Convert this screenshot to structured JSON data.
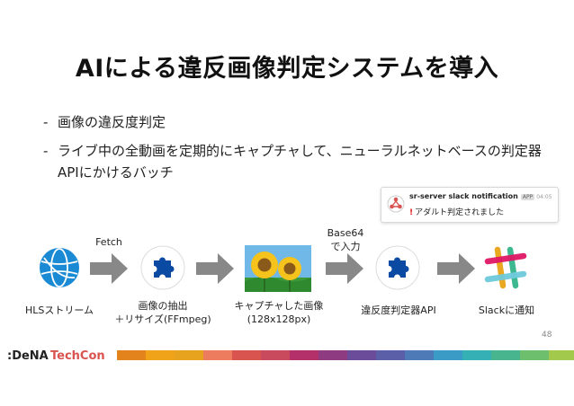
{
  "slide": {
    "title": "AIによる違反画像判定システムを導入",
    "bullets": [
      "画像の違反度判定",
      "ライブ中の全動画を定期的にキャプチャして、ニューラルネットベースの判定器APIにかけるバッチ"
    ],
    "page_number": "48"
  },
  "notification": {
    "app_name": "sr-server slack notification",
    "badge": "APP",
    "time": "04:05",
    "message": "アダルト判定されました",
    "icon": "slack-app-icon"
  },
  "pipeline": {
    "nodes": [
      {
        "label": "HLSストリーム",
        "icon": "globe-icon"
      },
      {
        "label_line1": "画像の抽出",
        "label_line2": "＋リサイズ(FFmpeg)",
        "icon": "puzzle-icon"
      },
      {
        "label_line1": "キャプチャした画像",
        "label_line2": "(128x128px)",
        "icon": "sunflower-image"
      },
      {
        "label": "違反度判定器API",
        "icon": "puzzle-icon"
      },
      {
        "label": "Slackに通知",
        "icon": "slack-icon"
      }
    ],
    "arrow_labels": {
      "fetch": "Fetch",
      "base64_line1": "Base64",
      "base64_line2": "で入力"
    }
  },
  "footer": {
    "logo_text": ":DeNA TechCon",
    "strip_colors": [
      "#e2841b",
      "#f0a319",
      "#e7a21e",
      "#ec7c5d",
      "#d9534f",
      "#c94a5c",
      "#b3306b",
      "#8e3b82",
      "#6b4c9b",
      "#5a5fa8",
      "#4f7ab8",
      "#3b9bc7",
      "#35b1b6",
      "#49b58e",
      "#6dbf6d",
      "#a3c94c"
    ]
  },
  "colors": {
    "arrow": "#888888",
    "puzzle": "#0b4aa2",
    "globe": "#1a8ad4"
  }
}
